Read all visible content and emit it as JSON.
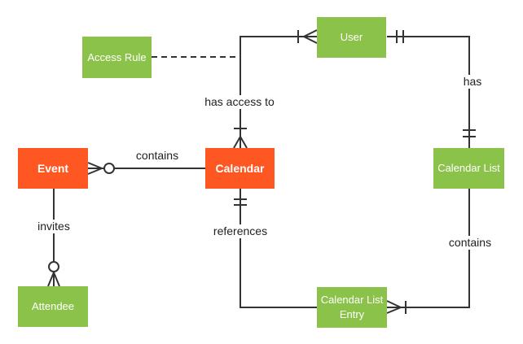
{
  "diagram_type": "entity-relationship",
  "colors": {
    "entity_orange": "#FF5722",
    "entity_green": "#8BC34A",
    "line": "#333333",
    "label_text": "#212121",
    "entity_text": "#ffffff",
    "background": "#ffffff"
  },
  "entities": {
    "event": {
      "label": "Event",
      "color": "#FF5722"
    },
    "calendar": {
      "label": "Calendar",
      "color": "#FF5722"
    },
    "access_rule": {
      "label": "Access Rule",
      "color": "#8BC34A"
    },
    "user": {
      "label": "User",
      "color": "#8BC34A"
    },
    "calendar_list": {
      "label": "Calendar List",
      "color": "#8BC34A"
    },
    "attendee": {
      "label": "Attendee",
      "color": "#8BC34A"
    },
    "calendar_list_entry": {
      "label": "Calendar List Entry",
      "color": "#8BC34A"
    }
  },
  "relationships": {
    "contains_event_calendar": {
      "label": "contains",
      "from": "Event",
      "to": "Calendar",
      "event_end": "zero-or-many (circle + crow's foot)",
      "calendar_end": "plain"
    },
    "invites": {
      "label": "invites",
      "from": "Event",
      "to": "Attendee",
      "attendee_end": "zero-or-many (circle + crow's foot)"
    },
    "has_access_to": {
      "label": "has access to",
      "from": "User",
      "to": "Calendar",
      "user_end": "one-or-many (tick + crow's foot)",
      "calendar_end": "one-or-many (tick + crow's foot)"
    },
    "has": {
      "label": "has",
      "from": "User",
      "to": "Calendar List",
      "user_end": "exactly-one (double tick)",
      "calendar_list_end": "exactly-one (double tick)"
    },
    "references": {
      "label": "references",
      "from": "Calendar",
      "to": "Calendar List Entry",
      "calendar_end": "exactly-one (double tick)",
      "entry_end": "plain"
    },
    "contains_list_entry": {
      "label": "contains",
      "from": "Calendar List",
      "to": "Calendar List Entry",
      "entry_end": "one-or-many (tick + crow's foot)",
      "calendar_list_end": "plain"
    },
    "access_rule_link": {
      "label": "",
      "from": "Access Rule",
      "to": "has access to relationship",
      "style": "dashed"
    }
  }
}
